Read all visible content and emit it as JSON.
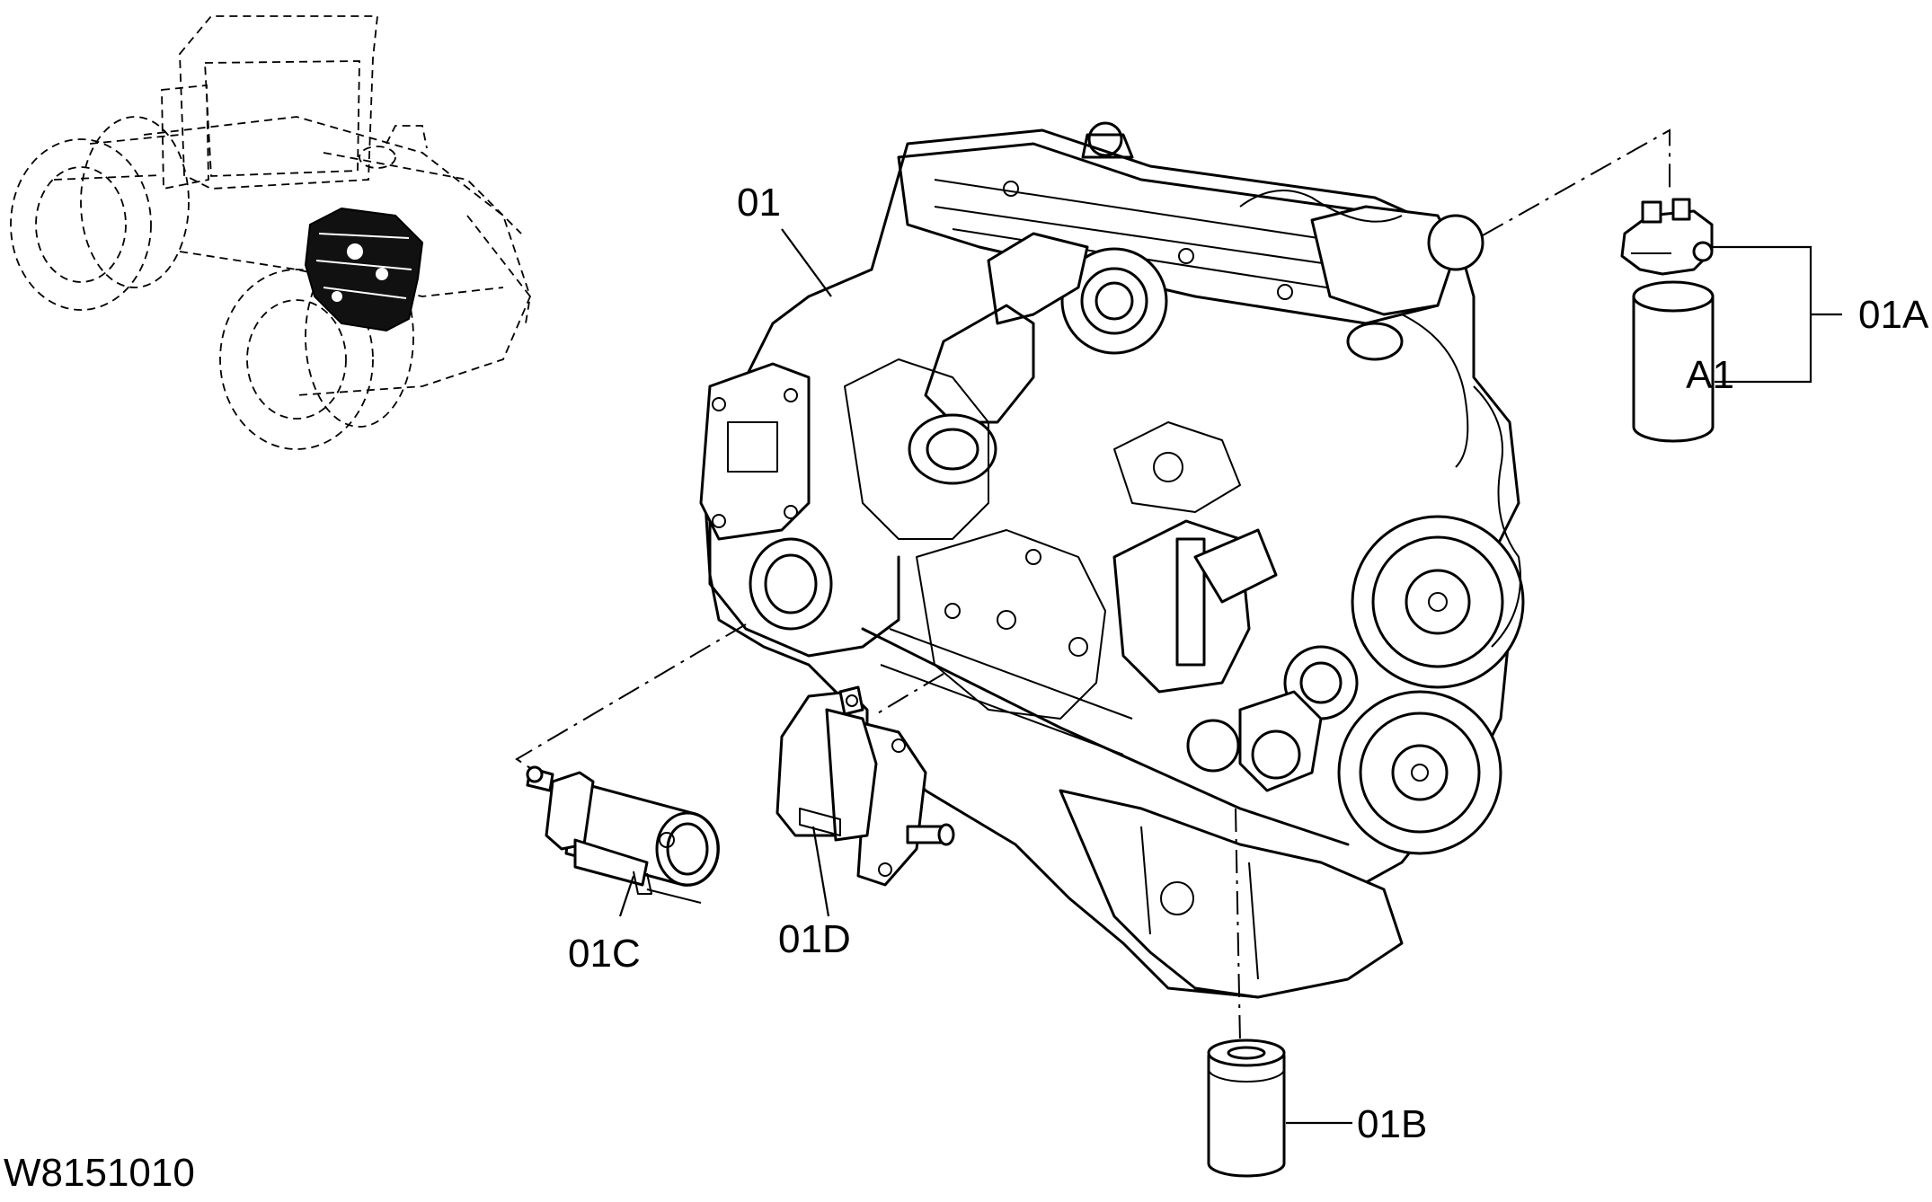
{
  "drawing_id": "W8151010",
  "callouts": {
    "engine": "01",
    "fuel_filter_assembly": "01A",
    "fuel_filter_element": "A1",
    "oil_filter": "01B",
    "starter_motor": "01C",
    "alternator": "01D"
  }
}
